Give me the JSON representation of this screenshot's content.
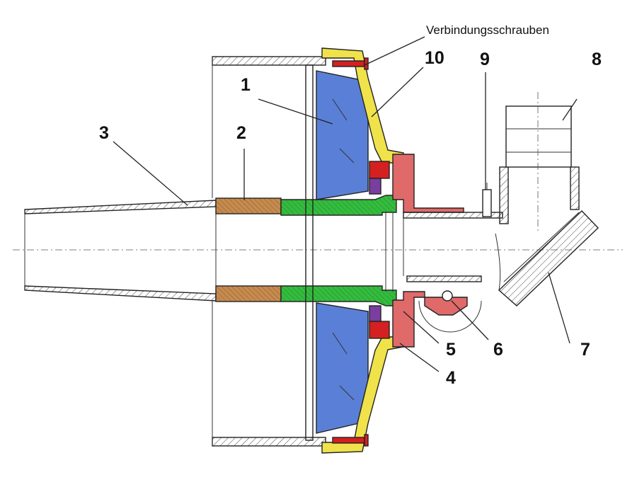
{
  "note": "Verbindungsschrauben",
  "callouts": {
    "c1": "1",
    "c2": "2",
    "c3": "3",
    "c4": "4",
    "c5": "5",
    "c6": "6",
    "c7": "7",
    "c8": "8",
    "c9": "9",
    "c10": "10"
  },
  "colors": {
    "lens_blue": "#5a7fd6",
    "ring_brown": "#c98a4a",
    "adapter_green": "#2fbf3a",
    "mount_yellow": "#f0e24a",
    "flange_red": "#e06a6a",
    "screw_red": "#d42020",
    "purple": "#7a3ea0"
  }
}
